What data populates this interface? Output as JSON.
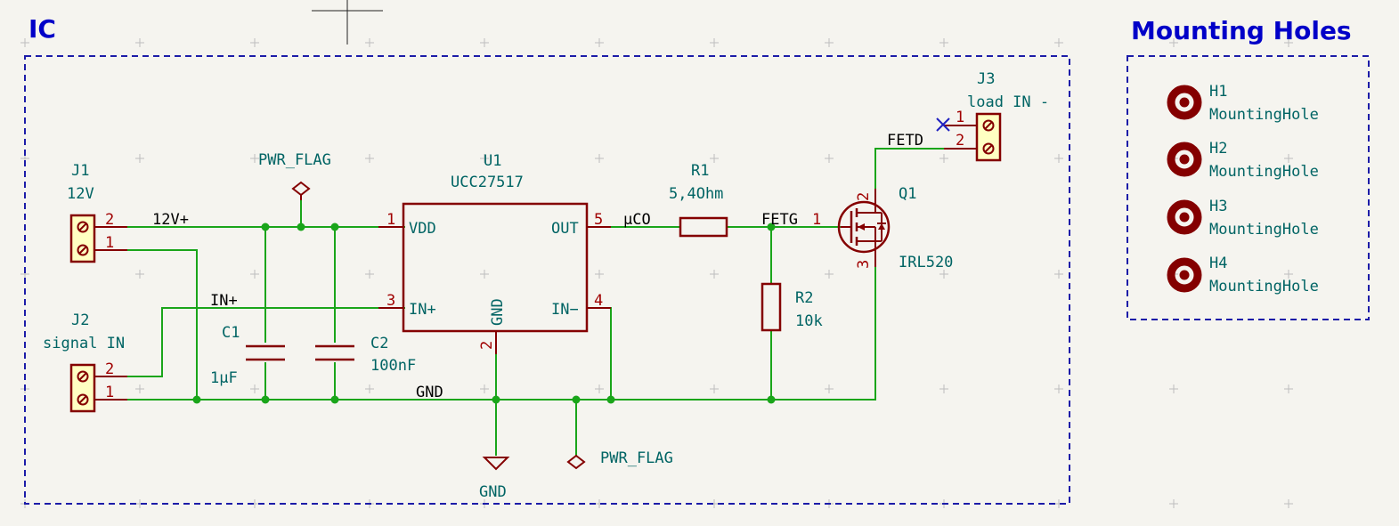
{
  "sheets": {
    "ic_title": "IC",
    "mh_title": "Mounting Holes"
  },
  "connectors": {
    "j1": {
      "ref": "J1",
      "value": "12V",
      "pin2": "2",
      "pin1": "1"
    },
    "j2": {
      "ref": "J2",
      "value": "signal IN",
      "pin2": "2",
      "pin1": "1"
    },
    "j3": {
      "ref": "J3",
      "value": "load IN -",
      "pin1": "1",
      "pin2": "2"
    }
  },
  "u1": {
    "ref": "U1",
    "value": "UCC27517",
    "vdd": "VDD",
    "inp": "IN+",
    "gnd": "GND",
    "out": "OUT",
    "inm": "IN−",
    "pin1": "1",
    "pin3": "3",
    "pin2": "2",
    "pin5": "5",
    "pin4": "4"
  },
  "r1": {
    "ref": "R1",
    "value": "5,4Ohm"
  },
  "r2": {
    "ref": "R2",
    "value": "10k"
  },
  "c1": {
    "ref": "C1",
    "value": "1µF"
  },
  "c2": {
    "ref": "C2",
    "value": "100nF"
  },
  "q1": {
    "ref": "Q1",
    "value": "IRL520",
    "pin1": "1",
    "pin2": "2",
    "pin3": "3"
  },
  "power": {
    "pwr_flag_top": "PWR_FLAG",
    "pwr_flag_bottom": "PWR_FLAG",
    "gnd": "GND"
  },
  "nets": {
    "v12": "12V+",
    "inp": "IN+",
    "gnd": "GND",
    "uco": "µCO",
    "fetg": "FETG",
    "fetd": "FETD"
  },
  "holes": [
    {
      "ref": "H1",
      "value": "MountingHole"
    },
    {
      "ref": "H2",
      "value": "MountingHole"
    },
    {
      "ref": "H3",
      "value": "MountingHole"
    },
    {
      "ref": "H4",
      "value": "MountingHole"
    }
  ],
  "colors": {
    "wire": "#1aa51a",
    "body": "#840000",
    "pin": "#a00000",
    "ref": "#006464",
    "sheet": "#1c1ca8",
    "background": "#f5f4ef"
  }
}
